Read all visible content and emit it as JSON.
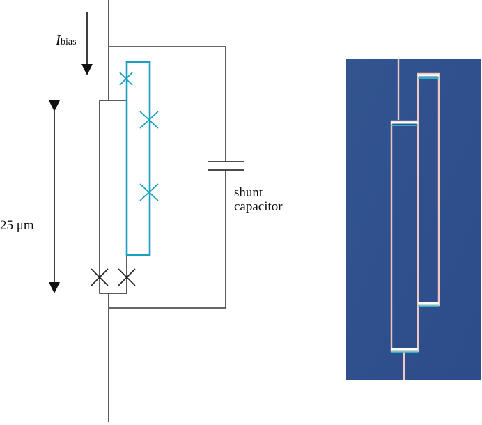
{
  "labels": {
    "current_symbol": "I",
    "current_subscript": "bias",
    "dimension": "25 μm",
    "capacitor_line1": "shunt",
    "capacitor_line2": "capacitor"
  },
  "colors": {
    "wire": "#333333",
    "loop": "#1a9fbf",
    "photo_bg": "#2e4f8f",
    "photo_trace": "#f0c8c0"
  }
}
